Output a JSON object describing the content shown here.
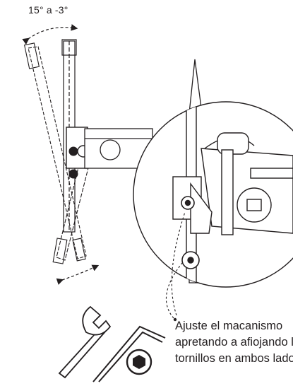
{
  "diagram": {
    "angle_label": "15° a -3°",
    "instruction_lines": [
      "Ajuste el macanismo",
      "apretando a afiojando los",
      "tornillos en ambos lados"
    ]
  },
  "icons": [
    "wrench-icon",
    "allen-key-icon",
    "hex-socket-icon"
  ],
  "colors": {
    "line": "#231f20",
    "background": "#ffffff"
  }
}
